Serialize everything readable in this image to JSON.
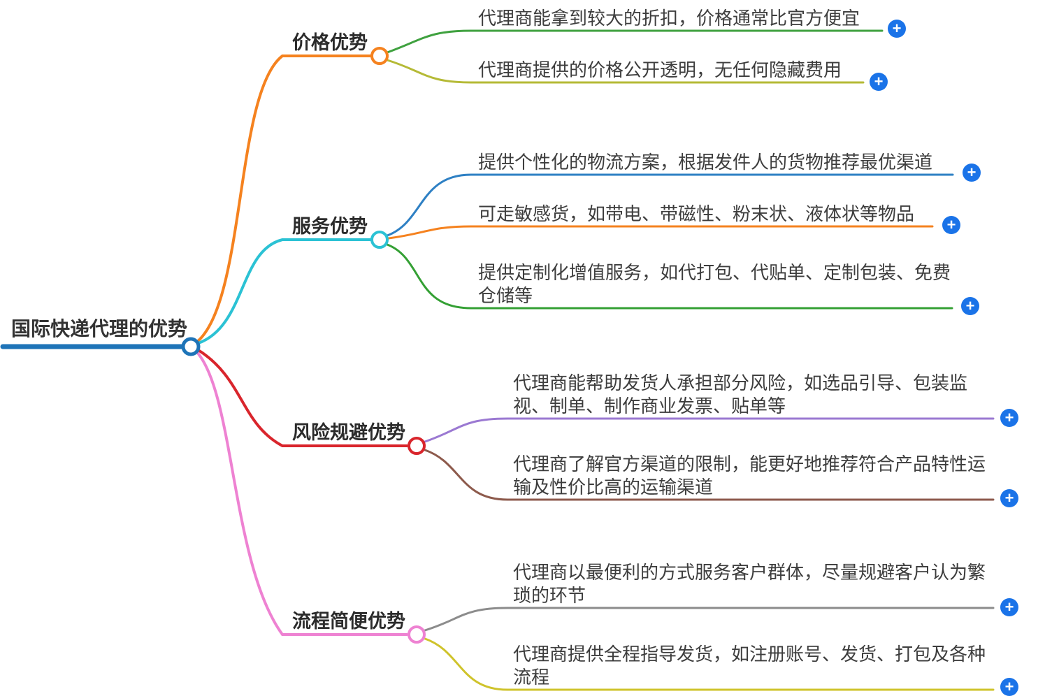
{
  "root": {
    "label": "国际快递代理的优势",
    "color": "#1e74b8"
  },
  "branches": [
    {
      "label": "价格优势",
      "color": "#f5821f",
      "children": [
        {
          "text": "代理商能拿到较大的折扣，价格通常比官方便宜",
          "color": "#3fa13f"
        },
        {
          "text": "代理商提供的价格公开透明，无任何隐藏费用",
          "color": "#b5ba36"
        }
      ]
    },
    {
      "label": "服务优势",
      "color": "#2bc2d4",
      "children": [
        {
          "text": "提供个性化的物流方案，根据发件人的货物推荐最优渠道",
          "color": "#2e80c4"
        },
        {
          "text": "可走敏感货，如带电、带磁性、粉末状、液体状等物品",
          "color": "#f5821f"
        },
        {
          "text": "提供定制化增值服务，如代打包、代贴单、定制包装、免费仓储等",
          "color": "#34a034"
        }
      ]
    },
    {
      "label": "风险规避优势",
      "color": "#d9252c",
      "children": [
        {
          "text": "代理商能帮助发货人承担部分风险，如选品引导、包装监视、制单、制作商业发票、贴单等",
          "color": "#9b79d2"
        },
        {
          "text": "代理商了解官方渠道的限制，能更好地推荐符合产品特性运输及性价比高的运输渠道",
          "color": "#8d5a4c"
        }
      ]
    },
    {
      "label": "流程简便优势",
      "color": "#ee82d2",
      "children": [
        {
          "text": "代理商以最便利的方式服务客户群体，尽量规避客户认为繁琐的环节",
          "color": "#8c8c8c"
        },
        {
          "text": "代理商提供全程指导发货，如注册账号、发货、打包及各种流程",
          "color": "#cfc32b"
        }
      ]
    }
  ],
  "icons": {
    "add_label": "+",
    "add_color": "#1a73e8"
  }
}
